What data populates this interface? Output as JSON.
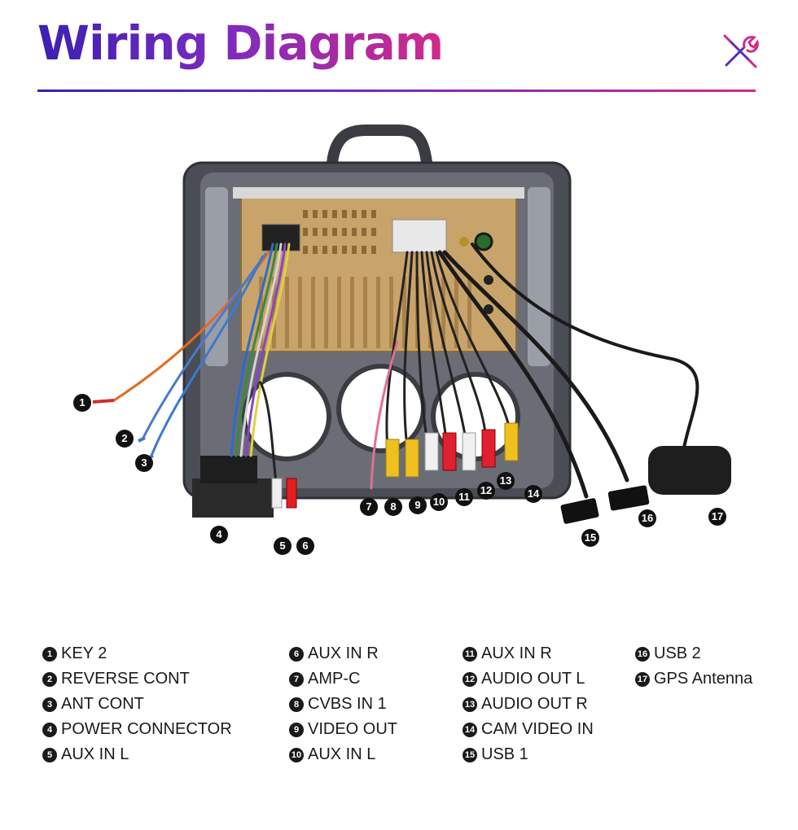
{
  "header": {
    "title": "Wiring Diagram",
    "icon": "tools-icon"
  },
  "colors": {
    "gradient_start": "#3b1fb3",
    "gradient_end": "#d12a8a",
    "chassis": "#4a4d55",
    "board": "#c9a46a"
  },
  "callouts": [
    "1",
    "2",
    "3",
    "4",
    "5",
    "6",
    "7",
    "8",
    "9",
    "10",
    "11",
    "12",
    "13",
    "14",
    "15",
    "16",
    "17"
  ],
  "legend": {
    "col1": [
      {
        "num": "1",
        "label": "KEY 2"
      },
      {
        "num": "2",
        "label": "REVERSE CONT"
      },
      {
        "num": "3",
        "label": "ANT CONT"
      },
      {
        "num": "4",
        "label": "POWER CONNECTOR"
      },
      {
        "num": "5",
        "label": "AUX IN L"
      }
    ],
    "col2": [
      {
        "num": "6",
        "label": "AUX IN R"
      },
      {
        "num": "7",
        "label": "AMP-C"
      },
      {
        "num": "8",
        "label": "CVBS IN 1"
      },
      {
        "num": "9",
        "label": "VIDEO OUT"
      },
      {
        "num": "10",
        "label": "AUX IN L"
      }
    ],
    "col3": [
      {
        "num": "11",
        "label": "AUX IN R"
      },
      {
        "num": "12",
        "label": "AUDIO OUT L"
      },
      {
        "num": "13",
        "label": "AUDIO OUT R"
      },
      {
        "num": "14",
        "label": "CAM VIDEO IN"
      },
      {
        "num": "15",
        "label": "USB 1"
      }
    ],
    "col4": [
      {
        "num": "16",
        "label": "USB 2"
      },
      {
        "num": "17",
        "label": "GPS Antenna"
      }
    ]
  }
}
